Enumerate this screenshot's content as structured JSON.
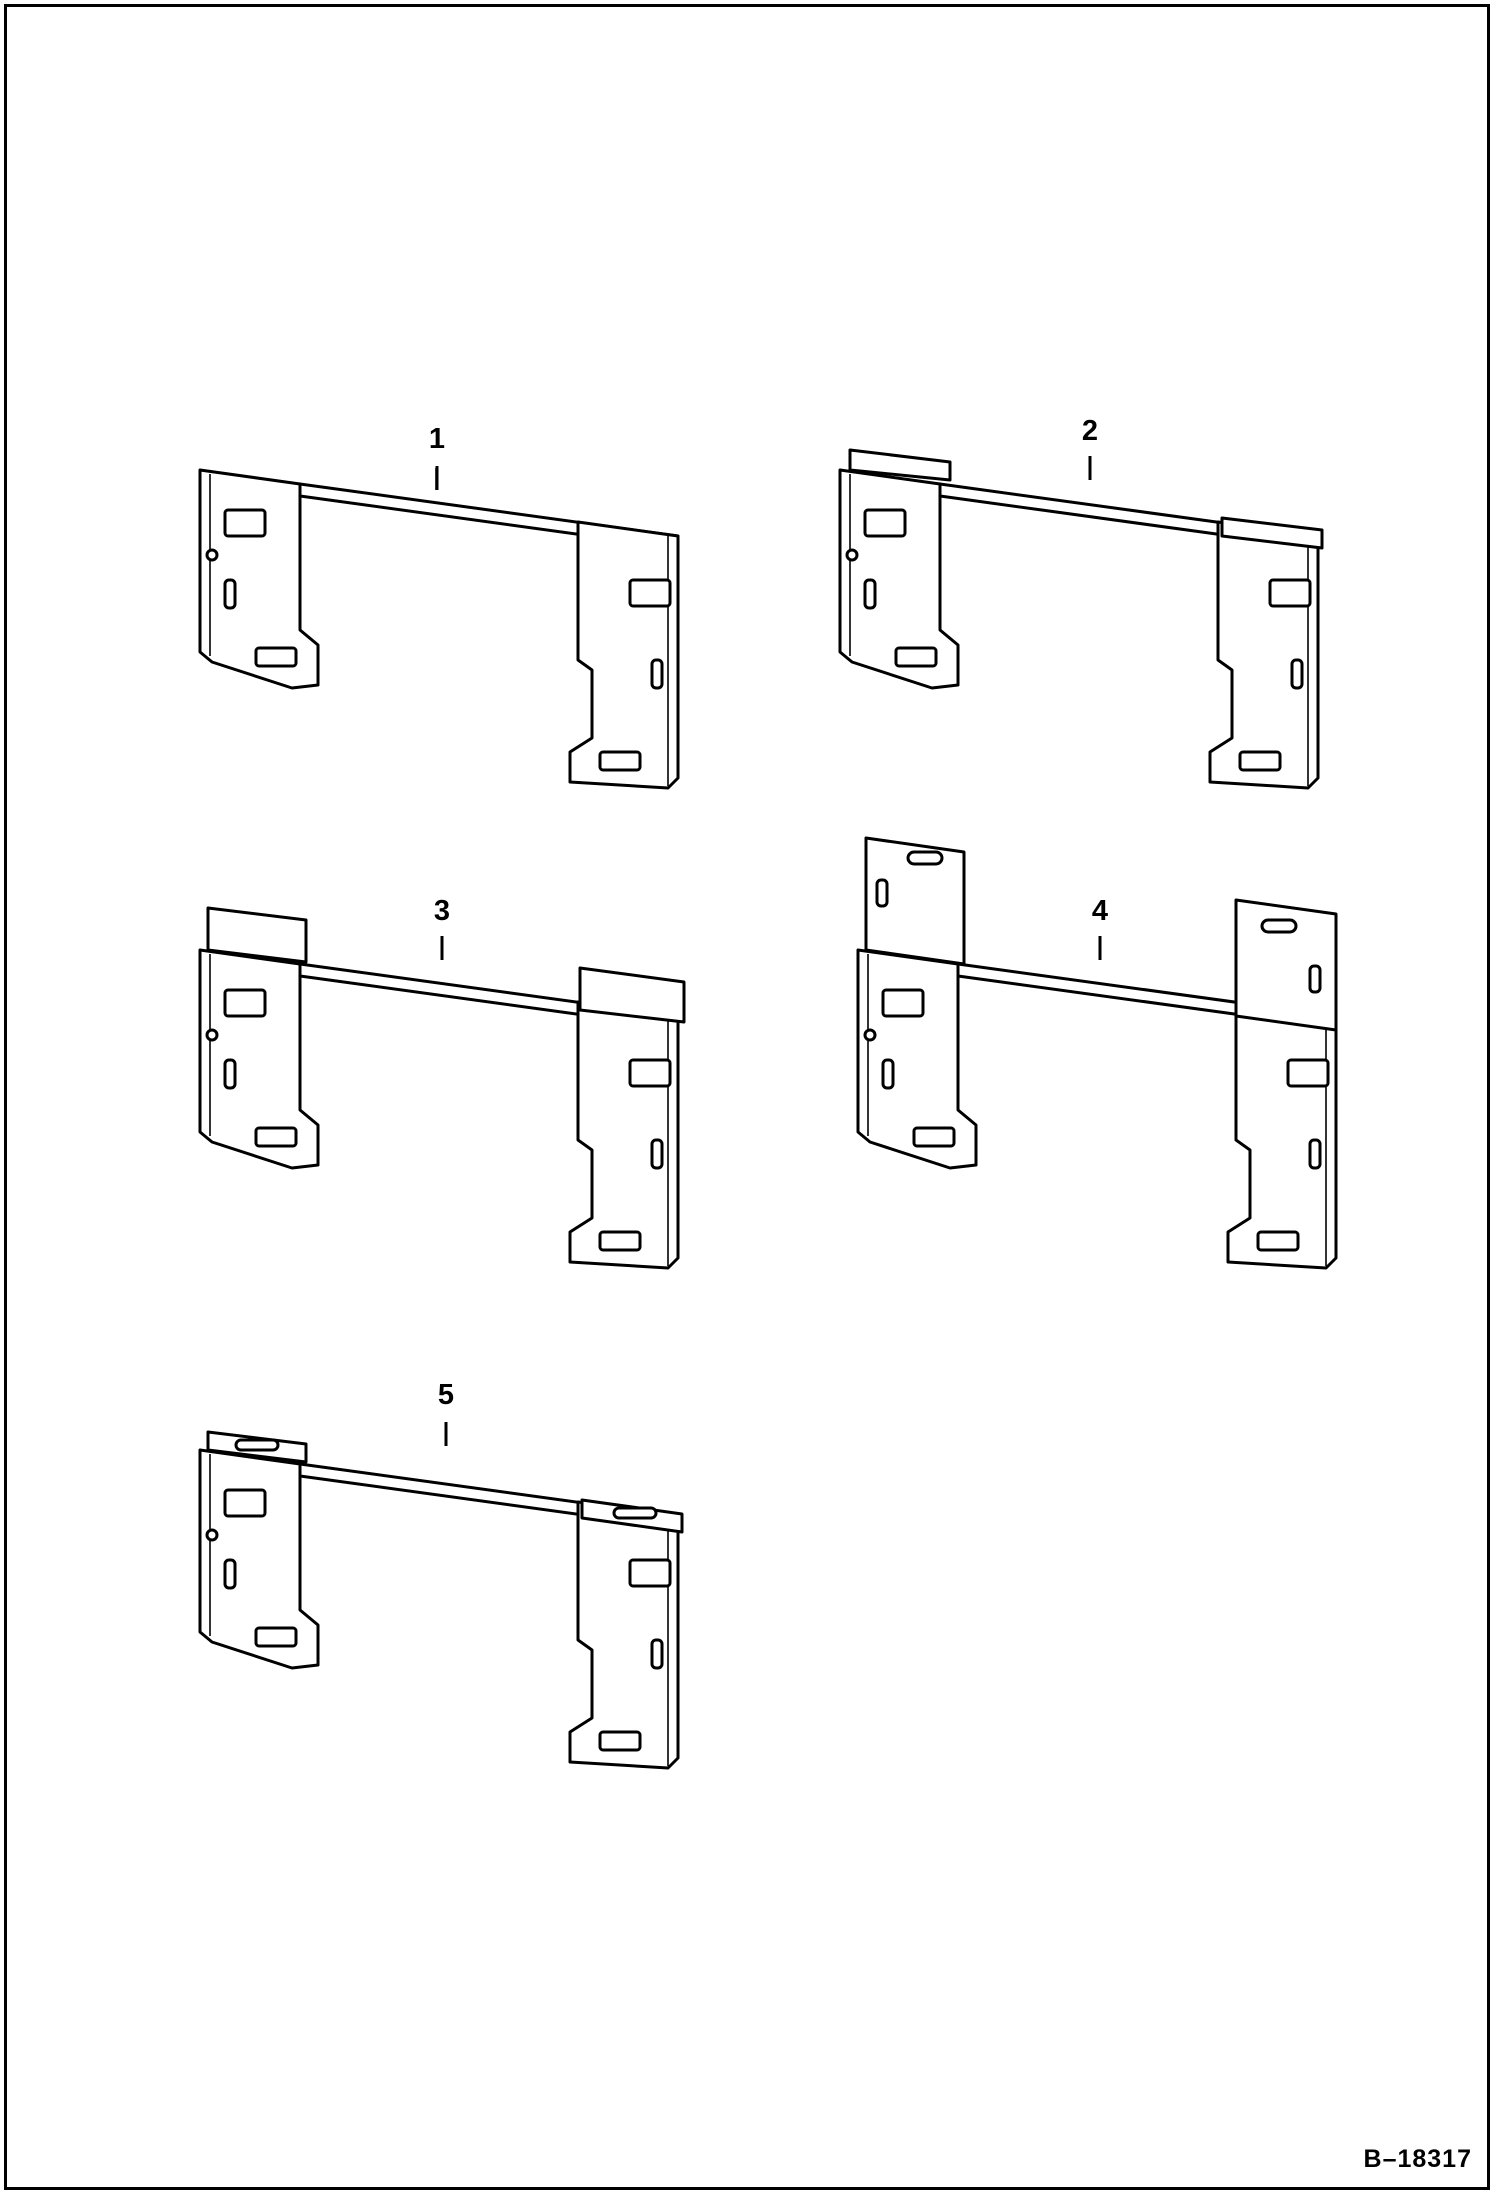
{
  "figure": {
    "parts": [
      {
        "id": "1",
        "label": "1",
        "variant": "plain"
      },
      {
        "id": "2",
        "label": "2",
        "variant": "stepped-tabs"
      },
      {
        "id": "3",
        "label": "3",
        "variant": "notched-tabs"
      },
      {
        "id": "4",
        "label": "4",
        "variant": "tall-extension-plates"
      },
      {
        "id": "5",
        "label": "5",
        "variant": "slotted-tabs"
      }
    ],
    "reference_code": "B–18317"
  }
}
